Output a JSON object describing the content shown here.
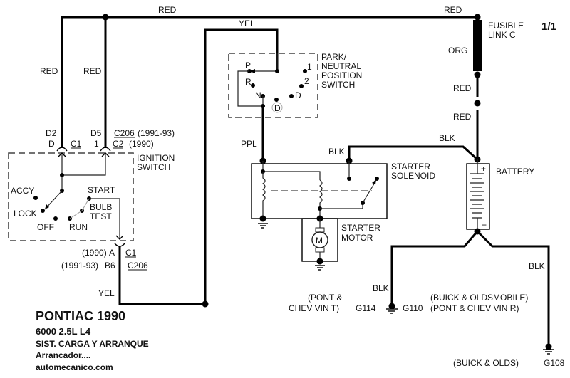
{
  "page_number": "1/1",
  "title": {
    "make_year": "PONTIAC 1990",
    "engine": "6000  2.5L L4",
    "system": "SIST. CARGA Y ARRANQUE",
    "subsystem": "Arrancador....",
    "source": "automecanico.com"
  },
  "wires": {
    "top_red_left": "RED",
    "top_red_right": "RED",
    "red_d2": "RED",
    "red_d5": "RED",
    "yel_top": "YEL",
    "yel_bottom": "YEL",
    "ppl": "PPL",
    "org": "ORG",
    "red_below_fuse": "RED",
    "red_above_battery": "RED",
    "blk_solenoid_battery": "BLK",
    "blk_solenoid_tap": "BLK",
    "blk_g110": "BLK",
    "blk_g108": "BLK"
  },
  "fusible_link": {
    "line1": "FUSIBLE",
    "line2": "LINK C"
  },
  "ignition_switch": {
    "name_line1": "IGNITION",
    "name_line2": "SWITCH",
    "positions": {
      "accy": "ACCY",
      "lock": "LOCK",
      "off": "OFF",
      "run": "RUN",
      "bulb_test_1": "BULB",
      "bulb_test_2": "TEST",
      "start": "START"
    },
    "connector_top_left": {
      "pin_alt": "D2",
      "pin": "D",
      "connector": "C1"
    },
    "connector_top_right": {
      "pin_alt": "D5",
      "pin": "1",
      "connector": "C2",
      "connector_alt": "C206",
      "years_alt": "(1991-93)",
      "years": "(1990)"
    },
    "connector_bottom": {
      "years": "(1990)",
      "pin": "A",
      "connector": "C1",
      "years_alt": "(1991-93)",
      "pin_alt": "B6",
      "connector_alt": "C206"
    }
  },
  "pnp_switch": {
    "name_lines": [
      "PARK/",
      "NEUTRAL",
      "POSITION",
      "SWITCH"
    ],
    "positions": {
      "p": "P",
      "r": "R",
      "n": "N",
      "d_circled": "D",
      "d": "D",
      "two": "2",
      "one": "1"
    }
  },
  "starter_solenoid": {
    "line1": "STARTER",
    "line2": "SOLENOID"
  },
  "starter_motor": {
    "line1": "STARTER",
    "line2": "MOTOR",
    "symbol": "M"
  },
  "battery": {
    "label": "BATTERY",
    "plus": "+",
    "minus": "−"
  },
  "grounds": {
    "g114": "G114",
    "g110": "G110",
    "g108": "G108",
    "g114_note_1": "(PONT &",
    "g114_note_2": "CHEV VIN T)",
    "g110_note_1": "(BUICK & OLDSMOBILE)",
    "g110_note_2": "(PONT & CHEV VIN R)",
    "g108_note": "(BUICK & OLDS)"
  }
}
